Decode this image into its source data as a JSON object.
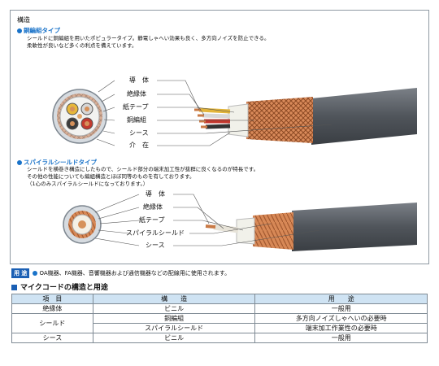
{
  "section_heading": "構造",
  "braided": {
    "title": "銅編組タイプ",
    "desc_lines": [
      "シールドに銅編組を用いたポピュラータイプ。静電しゃへい効果も良く、多方向ノイズを防止できる。",
      "柔軟性が良いなど多くの利点を備えています。"
    ],
    "labels": [
      "導　体",
      "絶縁体",
      "紙テープ",
      "銅編組",
      "シース",
      "介　在"
    ]
  },
  "spiral": {
    "title": "スパイラルシールドタイプ",
    "desc_lines": [
      "シールドを横巻き構造にしたもので、シールド部分の端末加工性が抜群に良くなるのが特長です。",
      "その他の性能についても編組構造とほぼ同等のものを有しております。",
      "（1心のみスパイラルシールドになっております。）"
    ],
    "labels": [
      "導　体",
      "絶縁体",
      "紙テープ",
      "スパイラルシールド",
      "シース"
    ]
  },
  "use": {
    "tag": "用 途",
    "text": "OA機器、FA機器、音響機器および通信機器などの配線用に使用されます。"
  },
  "table_section": {
    "title": "マイクコードの構造と用途",
    "headers": [
      "項　目",
      "構　　造",
      "用　　途"
    ],
    "rows": [
      {
        "item": "絶縁体",
        "structure": "ビニル",
        "use": "一般用"
      },
      {
        "item": "シールド",
        "structure": "銅編組",
        "use": "多方向ノイズしゃへいの必要時"
      },
      {
        "item": "",
        "structure": "スパイラルシールド",
        "use": "端末加工作業性の必要時"
      },
      {
        "item": "シース",
        "structure": "ビニル",
        "use": "一般用"
      }
    ]
  },
  "colors": {
    "accent": "#1a73c9",
    "tag_bg": "#1a5fb4",
    "table_header": "#cfe3f3",
    "sheath": "#4a4f55",
    "copper": "#c9794a"
  }
}
